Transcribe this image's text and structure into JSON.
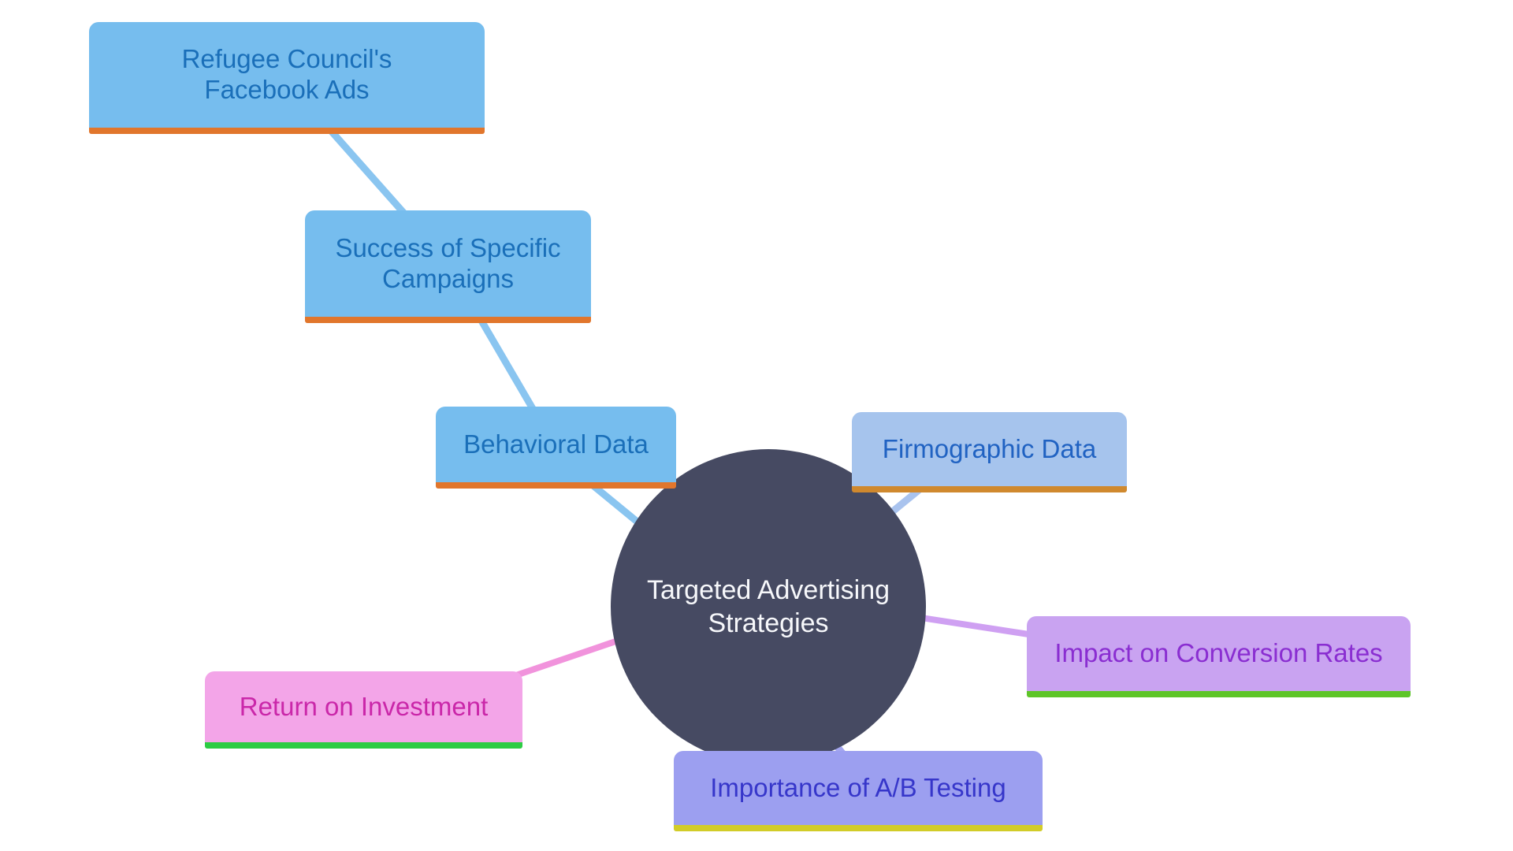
{
  "diagram": {
    "title": "Targeted Advertising Strategies mind map",
    "background_color": "#ffffff",
    "center": {
      "label": "Targeted Advertising Strategies",
      "fill": "#464a62",
      "text_color": "#f7f8fb"
    },
    "nodes": [
      {
        "id": "refugee-councils-facebook-ads",
        "label": "Refugee Council's Facebook Ads",
        "fill": "#76bdee",
        "text_color": "#1a6fb9",
        "underline_color": "#e1762c"
      },
      {
        "id": "success-of-specific-campaigns",
        "label": "Success of Specific Campaigns",
        "fill": "#76bdee",
        "text_color": "#1a6fb9",
        "underline_color": "#e1762c"
      },
      {
        "id": "behavioral-data",
        "label": "Behavioral Data",
        "fill": "#76bdee",
        "text_color": "#1a6fb9",
        "underline_color": "#e1762c"
      },
      {
        "id": "firmographic-data",
        "label": "Firmographic Data",
        "fill": "#a6c4ed",
        "text_color": "#2062c2",
        "underline_color": "#d0892e"
      },
      {
        "id": "impact-on-conversion-rates",
        "label": "Impact on Conversion Rates",
        "fill": "#c9a3f1",
        "text_color": "#8a2ed1",
        "underline_color": "#5ec528"
      },
      {
        "id": "return-on-investment",
        "label": "Return on Investment",
        "fill": "#f3a5e8",
        "text_color": "#ca27a9",
        "underline_color": "#2dcc44"
      },
      {
        "id": "importance-of-ab-testing",
        "label": "Importance of A/B Testing",
        "fill": "#9c9ff0",
        "text_color": "#3636ca",
        "underline_color": "#d2cc28"
      }
    ],
    "connectors": [
      {
        "id": "refugee-to-success",
        "color": "#8ac5f0"
      },
      {
        "id": "success-to-behavioral",
        "color": "#8ac5f0"
      },
      {
        "id": "behavioral-to-center",
        "color": "#8ac5f0"
      },
      {
        "id": "firmographic-to-center",
        "color": "#a9c3ee"
      },
      {
        "id": "center-to-impact",
        "color": "#cfa0f2"
      },
      {
        "id": "center-to-roi",
        "color": "#f193dc"
      },
      {
        "id": "center-to-ab-testing",
        "color": "#a4a6ef"
      }
    ]
  }
}
